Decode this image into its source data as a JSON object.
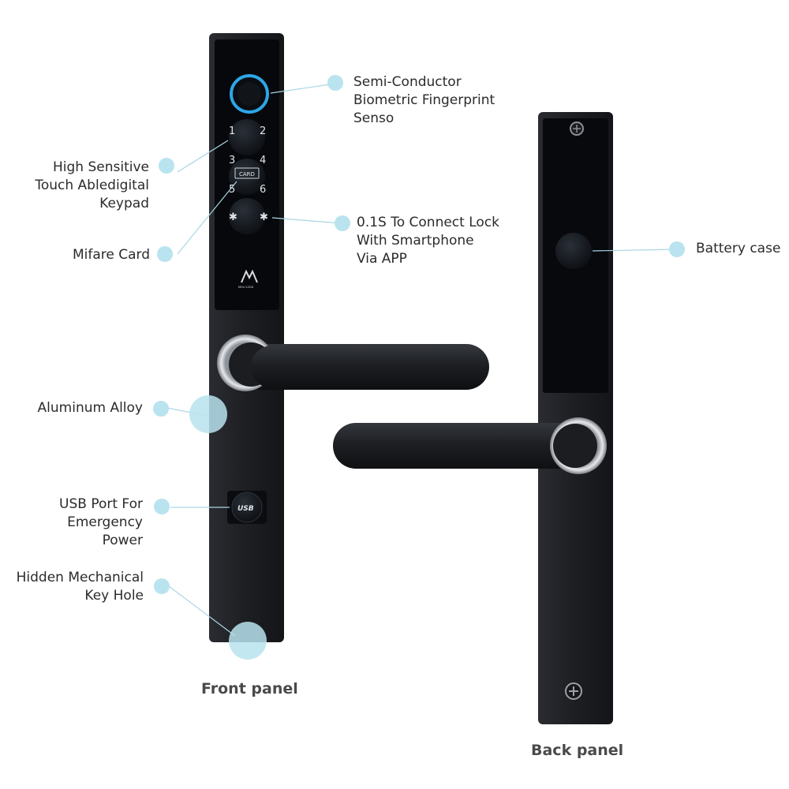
{
  "callouts": {
    "fingerprint": [
      "Semi-Conductor",
      "Biometric Fingerprint",
      "Senso"
    ],
    "keypad": [
      "High Sensitive",
      "Touch Abledigital",
      "Keypad"
    ],
    "card": [
      "Mifare Card"
    ],
    "app": [
      "0.1S To Connect Lock",
      "With Smartphone",
      "Via APP"
    ],
    "battery": [
      "Battery case"
    ],
    "alloy": [
      "Aluminum Alloy"
    ],
    "usb": [
      "USB Port For",
      "Emergency",
      "Power"
    ],
    "keyhole": [
      "Hidden Mechanical",
      "Key Hole"
    ]
  },
  "keypad_keys": [
    "1",
    "2",
    "3",
    "4",
    "5",
    "6",
    "✱",
    "✱"
  ],
  "card_label": "CARD",
  "usb_label": "USB",
  "logo_text": "MOLI LOCK",
  "captions": {
    "front": "Front panel",
    "back": "Back panel"
  },
  "colors": {
    "panel": "#1c1e22",
    "glass": "#07090d",
    "fingerprint_ring": "#2ea6e6",
    "handle_ring": "#c9ccd1",
    "callout_dot": "#b9e3ef",
    "leader_line": "#a9d6e3"
  }
}
